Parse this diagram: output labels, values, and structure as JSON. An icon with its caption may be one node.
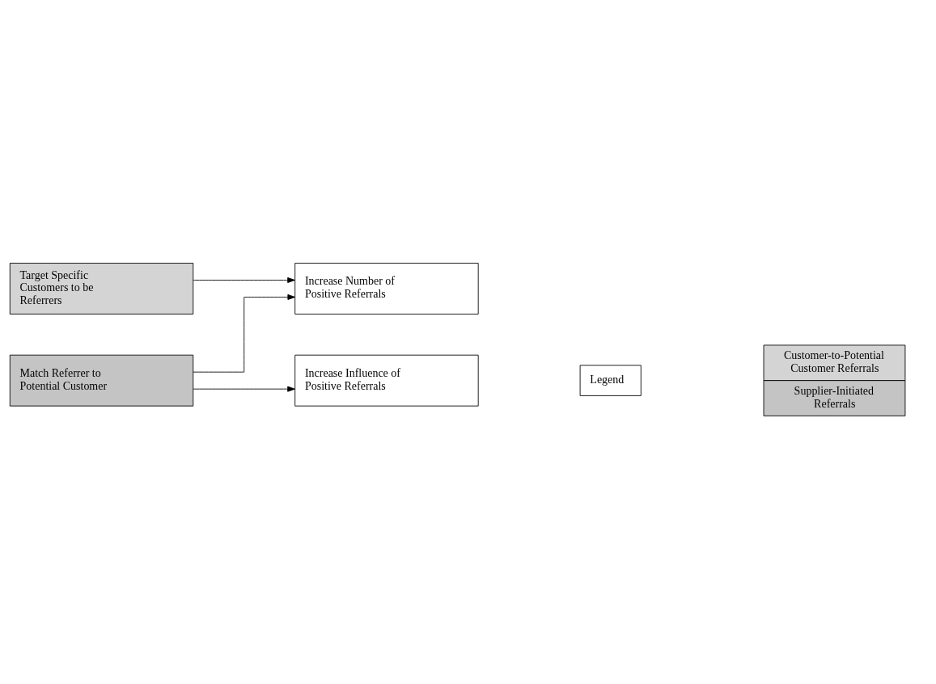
{
  "diagram": {
    "nodes": [
      {
        "text": [
          "Target Specific Customers to be Referrers"
        ]
      },
      {
        "text": [
          "Match Referrer to Potential Customer"
        ]
      },
      {
        "text": [
          "Increase Number of Positive Referrals"
        ]
      },
      {
        "text": [
          "Increase Influence of Positive Referrals"
        ]
      },
      {
        "text": [
          "Legend"
        ]
      }
    ],
    "edges": [
      {
        "from": 0,
        "to": 2,
        "arrow": "to"
      },
      {
        "from": 1,
        "to": 2,
        "arrow": "to"
      },
      {
        "from": 1,
        "to": 3,
        "arrow": "to"
      }
    ],
    "legend": [
      {
        "text": "Customer-to-Potential Customer Referrals"
      },
      {
        "text": "Supplier-Initiated Referrals"
      }
    ]
  }
}
